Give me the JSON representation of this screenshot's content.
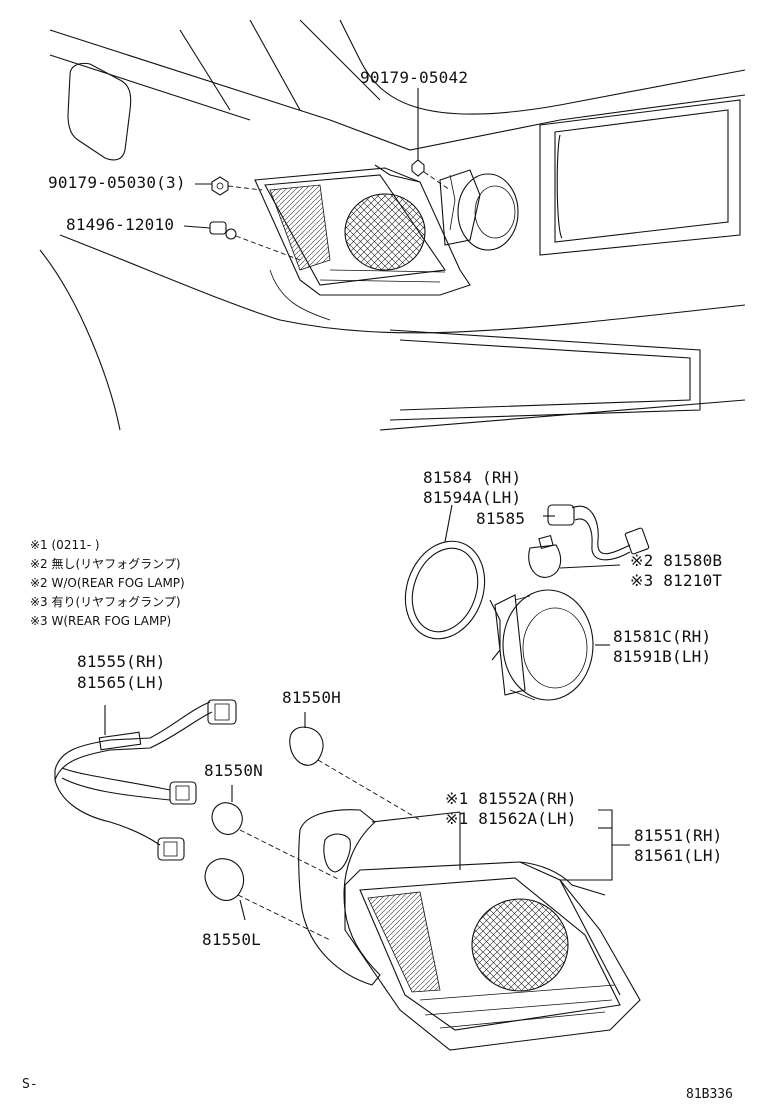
{
  "top_parts": {
    "p1": "90179-05042",
    "p2": "90179-05030(3)",
    "p3": "81496-12010"
  },
  "mid_parts": {
    "p1a": "81584 (RH)",
    "p1b": "81594A(LH)",
    "p2": "81585",
    "p3a": "※2 81580B",
    "p3b": "※3 81210T",
    "p4a": "81581C(RH)",
    "p4b": "81591B(LH)"
  },
  "notes": [
    "※1 (0211-        )",
    "※2 無し(リヤフォグランプ)",
    "※2 W/O(REAR FOG LAMP)",
    "※3 有り(リヤフォグランプ)",
    "※3 W(REAR FOG LAMP)"
  ],
  "bottom_parts": {
    "b1a": "81555(RH)",
    "b1b": "81565(LH)",
    "b2": "81550H",
    "b3": "81550N",
    "b4": "81550L",
    "b5a": "※1 81552A(RH)",
    "b5b": "※1 81562A(LH)",
    "b6a": "81551(RH)",
    "b6b": "81561(LH)"
  },
  "footer": {
    "left": "S-",
    "right": "81B336"
  }
}
